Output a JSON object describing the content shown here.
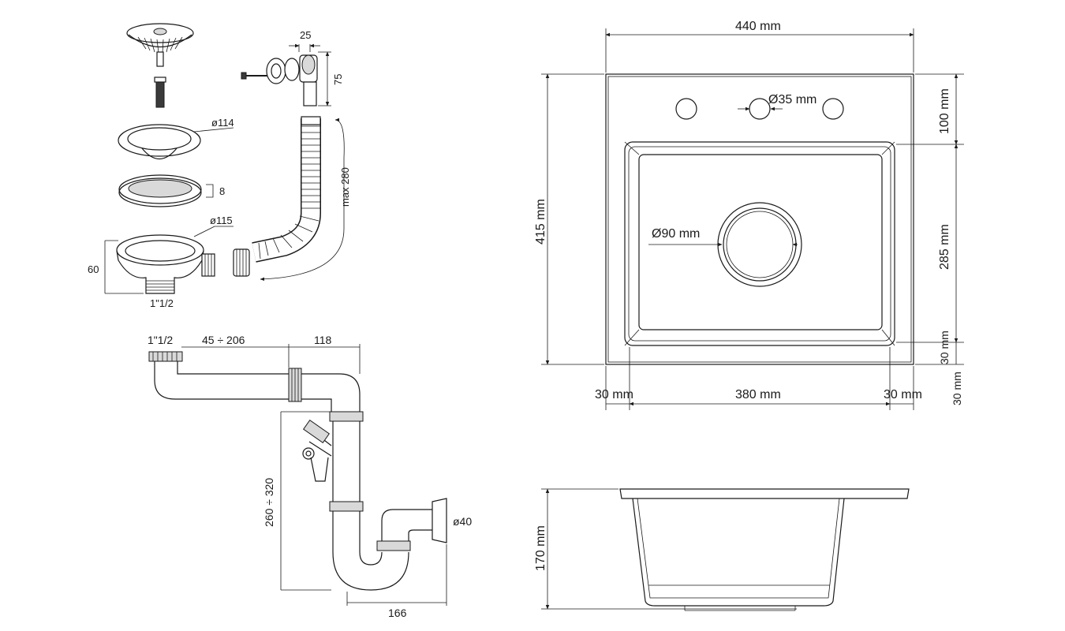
{
  "accessories": {
    "strainer_diameter": "ø114",
    "gasket_thickness": "8",
    "basket_diameter": "ø115",
    "drain_height": "60",
    "drain_thread": "1\"1/2",
    "overflow_width": "25",
    "overflow_height": "75",
    "hose_length": "max 280"
  },
  "siphon": {
    "inlet_thread": "1\"1/2",
    "arm_range": "45 ÷ 206",
    "arm_offset": "118",
    "height_range": "260 ÷ 320",
    "outlet_diameter": "ø40",
    "bottom_width": "166"
  },
  "top_view": {
    "overall_width": "440 mm",
    "overall_depth": "415 mm",
    "tap_hole_diameter": "Ø35 mm",
    "drain_diameter": "Ø90 mm",
    "rear_deck": "100 mm",
    "bowl_depth": "285 mm",
    "front_rim": "30 mm",
    "front_rim_bottom": "30 mm",
    "left_rim": "30 mm",
    "bowl_width": "380 mm",
    "right_rim": "30 mm"
  },
  "side_view": {
    "bowl_height": "170 mm"
  }
}
